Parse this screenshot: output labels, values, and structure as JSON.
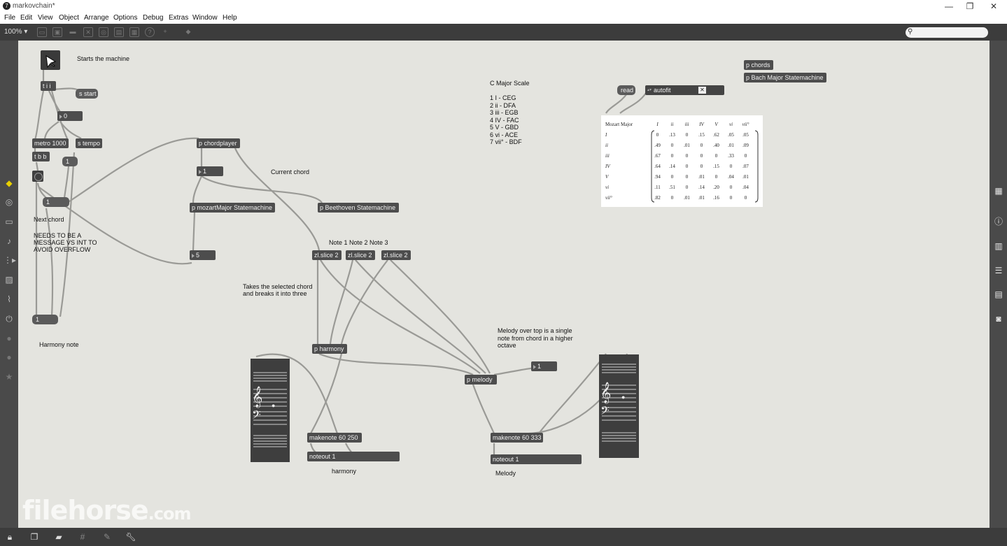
{
  "window": {
    "title": "markovchain*",
    "controls": {
      "minimize": "—",
      "restore": "❐",
      "close": "✕"
    }
  },
  "menu": [
    "File",
    "Edit",
    "View",
    "Object",
    "Arrange",
    "Options",
    "Debug",
    "Extras",
    "Window",
    "Help"
  ],
  "toolbar": {
    "zoom": "100% ▾",
    "icons": [
      "locked-patch-icon",
      "presentation-icon",
      "comment-icon",
      "close-icon",
      "target-icon",
      "panel-icon",
      "grid-icon",
      "help-icon",
      "add-icon",
      "navigation-icon"
    ]
  },
  "patch": {
    "comments": {
      "starts": "Starts the machine",
      "next_chord": "Next chord",
      "needs_msg": "NEEDS TO BE A\nMESSAGE VS INT TO\nAVOID OVERFLOW",
      "harmony_note": "Harmony note",
      "current_chord": "Current chord",
      "notes_header": "Note 1 Note 2 Note 3",
      "takes_chord": "Takes the selected chord\nand breaks it into three",
      "scale_title": "C Major Scale",
      "scale_list": "1 I - CEG\n2 ii - DFA\n3 iii - EGB\n4 IV - FAC\n5 V - GBD\n6 vi - ACE\n7 vii° - BDF",
      "melody_desc": "Melody over top is a single\nnote from chord in a higher\noctave",
      "harmony_label": "harmony",
      "melody_label": "Melody"
    },
    "objects": {
      "tii": "t i i",
      "s_start": "s start",
      "metro": "metro 1000",
      "s_tempo": "s tempo",
      "tbb": "t b b",
      "p_chordplayer": "p chordplayer",
      "p_mozart": "p mozartMajor Statemachine",
      "p_beethoven": "p Beethoven Statemachine",
      "zl1": "zl.slice 2",
      "zl2": "zl.slice 2",
      "zl3": "zl.slice 2",
      "p_harmony": "p harmony",
      "p_melody": "p melody",
      "makenote_h": "makenote 60 250",
      "noteout_h": "noteout 1",
      "makenote_m": "makenote 60 333",
      "noteout_m": "noteout 1",
      "p_chords": "p chords",
      "p_bach": "p Bach Major Statemachine",
      "read": "read",
      "autofit": "autofit"
    },
    "numbers": {
      "n0": "0",
      "n1_small": "1",
      "n1_next": "1",
      "n1_chord": "1",
      "n5": "5",
      "n1_harm": "1",
      "n1_melody": "1"
    },
    "matrix": {
      "name": "Mozart Major",
      "cols": [
        "I",
        "ii",
        "iii",
        "IV",
        "V",
        "vi",
        "vii°"
      ],
      "rows": [
        {
          "label": "I",
          "values": [
            "0",
            ".13",
            "0",
            ".15",
            ".62",
            ".05",
            ".05"
          ]
        },
        {
          "label": "ii",
          "values": [
            ".49",
            "0",
            ".01",
            "0",
            ".40",
            ".01",
            ".09"
          ]
        },
        {
          "label": "iii",
          "values": [
            ".67",
            "0",
            "0",
            "0",
            "0",
            ".33",
            "0"
          ]
        },
        {
          "label": "IV",
          "values": [
            ".64",
            ".14",
            "0",
            "0",
            ".15",
            "0",
            ".07"
          ]
        },
        {
          "label": "V",
          "values": [
            ".94",
            "0",
            "0",
            ".01",
            "0",
            ".04",
            ".01"
          ]
        },
        {
          "label": "vi",
          "values": [
            ".11",
            ".51",
            "0",
            ".14",
            ".20",
            "0",
            ".04"
          ]
        },
        {
          "label": "vii°",
          "values": [
            ".82",
            "0",
            ".01",
            ".01",
            ".16",
            "0",
            "0"
          ]
        }
      ]
    },
    "clefs": {
      "treble": "𝄞",
      "bass": "𝄢",
      "note": "●"
    }
  },
  "sidebar_left": [
    "cube-icon",
    "circle-icon",
    "rect-icon",
    "note-icon",
    "play-list-icon",
    "image-icon",
    "clip-icon",
    "plug-icon",
    "pause-icon",
    "disc-icon",
    "star-icon"
  ],
  "sidebar_right": [
    "grid-icon",
    "info-icon",
    "columns-icon",
    "list-icon",
    "book-icon",
    "camera-icon"
  ],
  "bottom": [
    "lock-icon",
    "windows-icon",
    "chat-icon",
    "grid-icon",
    "pencil-icon",
    "wrench-icon"
  ],
  "watermark": {
    "main": "filehorse",
    "suffix": ".com"
  }
}
